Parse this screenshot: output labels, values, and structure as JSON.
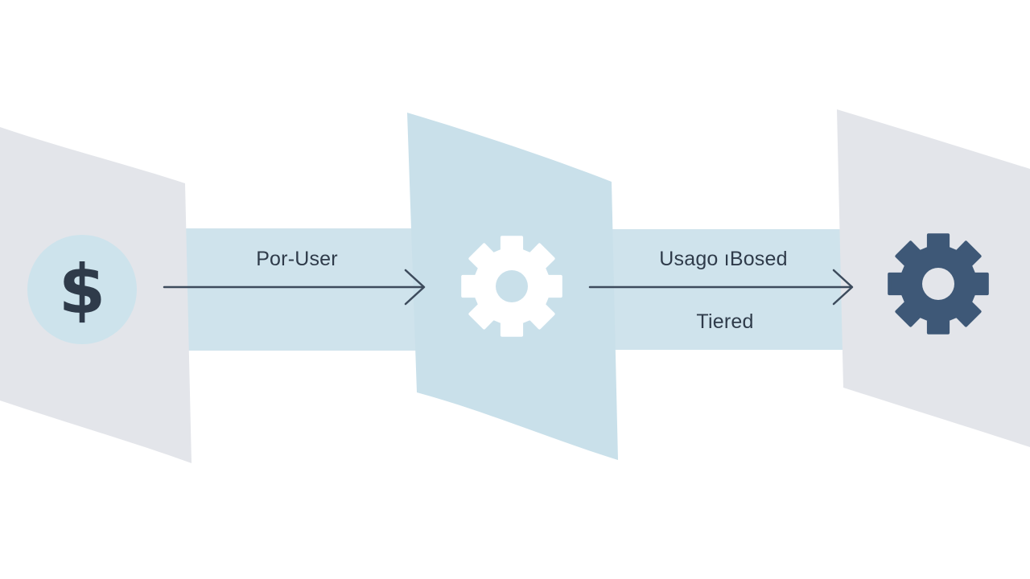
{
  "diagram": {
    "colors": {
      "background": "#ffffff",
      "panel_gray": "#e3e5ea",
      "panel_blue": "#c9e0ea",
      "band": "#cfe3ec",
      "arrow": "#3d4b5c",
      "icon_dark": "#3e5877",
      "icon_light": "#ffffff",
      "coin_bg": "#cde3ec"
    },
    "nodes": [
      {
        "id": "start",
        "icon": "dollar-icon",
        "glyph": "$"
      },
      {
        "id": "middle",
        "icon": "gear-icon"
      },
      {
        "id": "end",
        "icon": "gear-icon"
      }
    ],
    "edges": [
      {
        "from": "start",
        "to": "middle",
        "label": "Por-User"
      },
      {
        "from": "middle",
        "to": "end",
        "label": "Usago ıBosed",
        "sublabel": "Tiered"
      }
    ]
  }
}
